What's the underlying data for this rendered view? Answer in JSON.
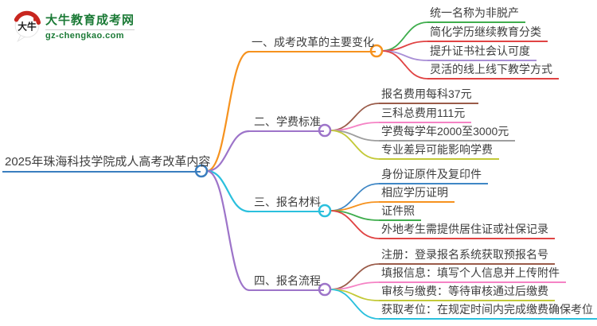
{
  "logo": {
    "title": "大牛教育成考网",
    "domain": "gz-chengkao.com",
    "icon_text": "大牛",
    "brand_green": "#1b7a36",
    "brand_red": "#c8261f"
  },
  "mindmap": {
    "root": {
      "label": "2025年珠海科技学院成人高考改革内容",
      "color": "#3a7ebf"
    },
    "branches": [
      {
        "label": "一、成考改革的主要变化",
        "color": "#f6921e",
        "children": [
          {
            "label": "统一名称为非脱产",
            "color": "#3fad4d"
          },
          {
            "label": "简化学历继续教育分类",
            "color": "#e04343"
          },
          {
            "label": "提升证书社会认可度",
            "color": "#a98fd6"
          },
          {
            "label": "灵活的线上线下教学方式",
            "color": "#e04343"
          }
        ]
      },
      {
        "label": "二、学费标准",
        "color": "#9d74c9",
        "children": [
          {
            "label": "报名费用每科37元",
            "color": "#9a5b49"
          },
          {
            "label": "三科总费用111元",
            "color": "#f583c5"
          },
          {
            "label": "学费每学年2000至3000元",
            "color": "#9e9e9e"
          },
          {
            "label": "专业差异可能影响学费",
            "color": "#c3c938"
          }
        ]
      },
      {
        "label": "三、报名材料",
        "color": "#2bc0dd",
        "children": [
          {
            "label": "身份证原件及复印件",
            "color": "#3f87c5"
          },
          {
            "label": "相应学历证明",
            "color": "#f6921e"
          },
          {
            "label": "证件照",
            "color": "#3fad4d"
          },
          {
            "label": "外地考生需提供居住证或社保记录",
            "color": "#e04343"
          }
        ]
      },
      {
        "label": "四、报名流程",
        "color": "#9d74c9",
        "children": [
          {
            "label": "注册：登录报名系统获取预报名号",
            "color": "#9a5b49"
          },
          {
            "label": "填报信息：填写个人信息并上传附件",
            "color": "#f583c5"
          },
          {
            "label": "审核与缴费：等待审核通过后缴费",
            "color": "#c3c938"
          },
          {
            "label": "获取考位：在规定时间内完成缴费确保考位",
            "color": "#2bc0dd"
          }
        ]
      }
    ]
  }
}
